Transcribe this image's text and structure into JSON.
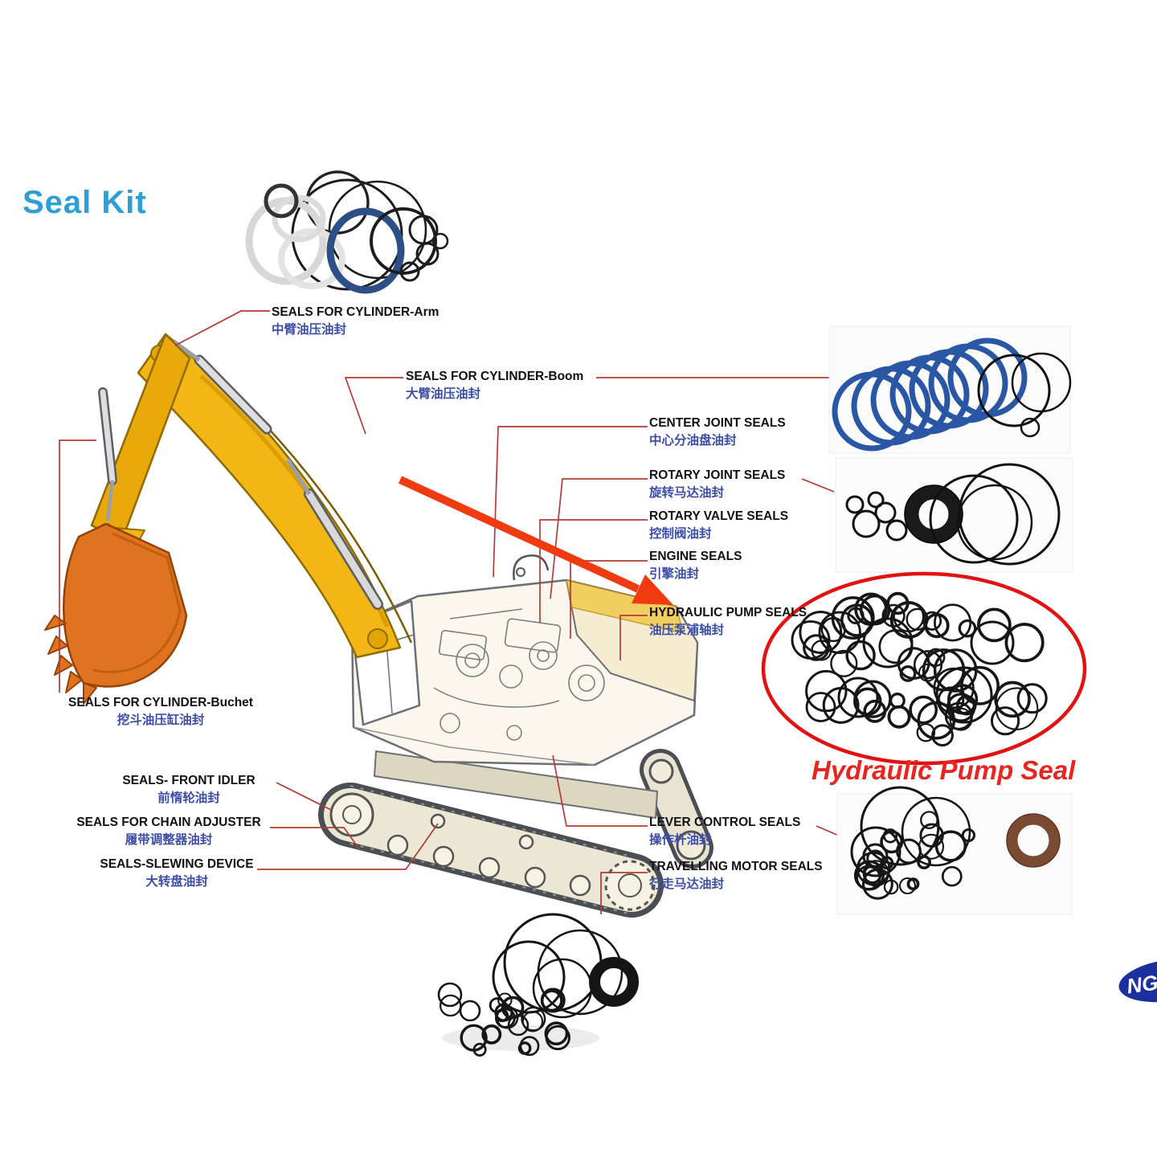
{
  "title": "Seal Kit",
  "callout": "Hydraulic Pump Seal",
  "logo_fragment": "NG",
  "labels": {
    "cylinder_arm": {
      "en": "SEALS FOR CYLINDER-Arm",
      "zh": "中臂油压油封"
    },
    "cylinder_boom": {
      "en": "SEALS FOR CYLINDER-Boom",
      "zh": "大臂油压油封"
    },
    "center_joint": {
      "en": "CENTER JOINT SEALS",
      "zh": "中心分油盘油封"
    },
    "rotary_joint": {
      "en": "ROTARY JOINT SEALS",
      "zh": "旋转马达油封"
    },
    "rotary_valve": {
      "en": "ROTARY VALVE SEALS",
      "zh": "控制阀油封"
    },
    "engine": {
      "en": "ENGINE SEALS",
      "zh": "引擎油封"
    },
    "hydraulic_pump": {
      "en": "HYDRAULIC PUMP SEALS",
      "zh": "油压泵浦轴封"
    },
    "cylinder_bucket": {
      "en": "SEALS FOR CYLINDER-Buchet",
      "zh": "挖斗油压缸油封"
    },
    "front_idler": {
      "en": "SEALS- FRONT IDLER",
      "zh": "前惰轮油封"
    },
    "chain_adjuster": {
      "en": "SEALS FOR CHAIN ADJUSTER",
      "zh": "履带调整器油封"
    },
    "slewing_device": {
      "en": "SEALS-SLEWING DEVICE",
      "zh": "大转盘油封"
    },
    "lever_control": {
      "en": "LEVER CONTROL SEALS",
      "zh": "操作杆油封"
    },
    "travelling_motor": {
      "en": "TRAVELLING MOTOR SEALS",
      "zh": "行走马达油封"
    }
  },
  "colors": {
    "title": "#2e9fd6",
    "label_en": "#111111",
    "label_zh": "#3c4ea8",
    "connector": "#b23b36",
    "highlight": "#e8251f",
    "arrow": "#f03b10",
    "boom_yellow": "#f2b615",
    "bucket_orange": "#e0731f"
  }
}
